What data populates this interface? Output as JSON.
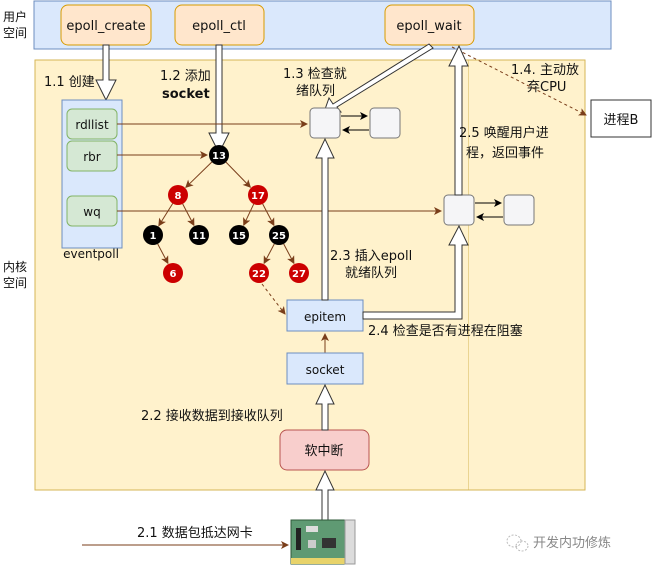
{
  "regions": {
    "user_space_label": [
      "用户",
      "空间"
    ],
    "kernel_space_label": [
      "内核",
      "空间"
    ]
  },
  "syscalls": {
    "epoll_create": "epoll_create",
    "epoll_ctl": "epoll_ctl",
    "epoll_wait": "epoll_wait"
  },
  "eventpoll": {
    "title": "eventpoll",
    "fields": [
      "rdllist",
      "rbr",
      "wq"
    ]
  },
  "rbtree": {
    "nodes": [
      {
        "key": "13",
        "color": "black"
      },
      {
        "key": "8",
        "color": "red"
      },
      {
        "key": "17",
        "color": "red"
      },
      {
        "key": "1",
        "color": "black"
      },
      {
        "key": "11",
        "color": "black"
      },
      {
        "key": "15",
        "color": "black"
      },
      {
        "key": "25",
        "color": "black"
      },
      {
        "key": "6",
        "color": "red"
      },
      {
        "key": "22",
        "color": "red"
      },
      {
        "key": "27",
        "color": "red"
      }
    ]
  },
  "boxes": {
    "epitem": "epitem",
    "socket": "socket",
    "softirq": "软中断",
    "process_b": "进程B"
  },
  "steps": {
    "s1_1": "1.1 创建",
    "s1_2": [
      "1.2 添加",
      "socket"
    ],
    "s1_3": [
      "1.3 检查就",
      "绪队列"
    ],
    "s1_4": [
      "1.4. 主动放",
      "弃CPU"
    ],
    "s2_1": "2.1 数据包抵达网卡",
    "s2_2": "2.2 接收数据到接收队列",
    "s2_3": [
      "2.3 插入epoll",
      "就绪队列"
    ],
    "s2_4": "2.4 检查是否有进程在阻塞",
    "s2_5": [
      "2.5 唤醒用户进",
      "程，返回事件"
    ]
  },
  "watermark": "开发内功修炼",
  "colors": {
    "user_bg": "#dae8fc",
    "user_border": "#6c8ebf",
    "kernel_bg": "#fff2cc",
    "kernel_border": "#d6b656",
    "syscall_bg": "#ffe6cc",
    "syscall_border": "#d79b00",
    "field_bg": "#d5e8d4",
    "field_border": "#82b366",
    "softirq_bg": "#f8cecc",
    "softirq_border": "#b85450",
    "arrow_brown": "#7a3e1a",
    "node_red": "#cc0000",
    "node_black": "#000000"
  }
}
